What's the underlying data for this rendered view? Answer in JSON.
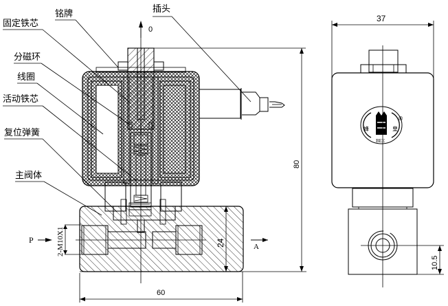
{
  "drawing": {
    "title": "solenoid valve assembly drawing",
    "callouts": [
      {
        "id": "nameplate",
        "label": "铭牌"
      },
      {
        "id": "fixed-core",
        "label": "固定铁芯"
      },
      {
        "id": "plug",
        "label": "插头"
      },
      {
        "id": "shading-ring",
        "label": "分磁环"
      },
      {
        "id": "coil",
        "label": "线圈"
      },
      {
        "id": "moving-core",
        "label": "活动铁芯"
      },
      {
        "id": "return-spring",
        "label": "复位弹簧"
      },
      {
        "id": "valve-body",
        "label": "主阀体"
      }
    ],
    "port_labels": {
      "outlet": "0",
      "inlet": "P",
      "view_arrow": "A"
    },
    "thread_spec": "2-M10X1",
    "dimensions": {
      "total_width": "60",
      "body_height": "24",
      "total_height": "80",
      "side_width": "37",
      "port_height": "10.5"
    },
    "logo": {
      "left_char": "蜂",
      "right_char": "皇",
      "text": "BEE",
      "mark": "®"
    }
  },
  "colors": {
    "line": "#000000",
    "background": "#ffffff"
  }
}
